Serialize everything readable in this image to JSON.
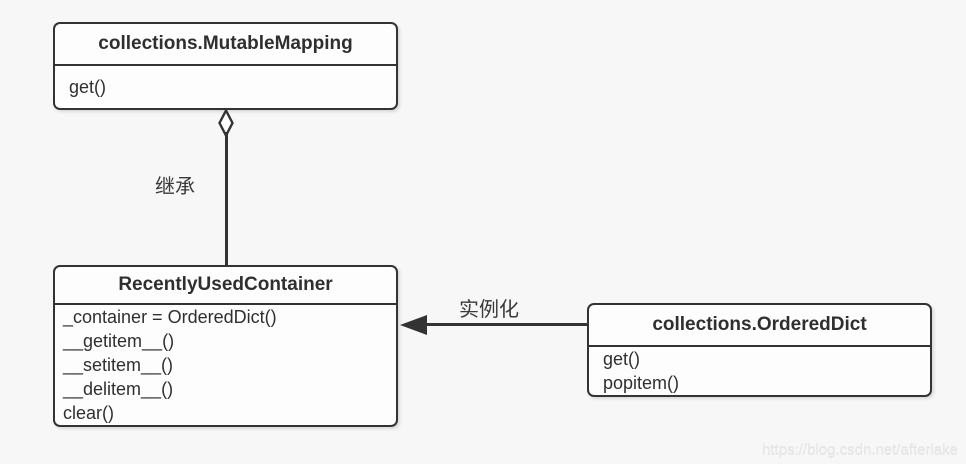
{
  "diagram": {
    "classes": [
      {
        "title": "collections.MutableMapping",
        "members": [
          "get()"
        ]
      },
      {
        "title": "RecentlyUsedContainer",
        "members": [
          "_container = OrderedDict()",
          "__getitem__()",
          "__setitem__()",
          "__delitem__()",
          "clear()"
        ]
      },
      {
        "title": "collections.OrderedDict",
        "members": [
          "get()",
          "popitem()"
        ]
      }
    ],
    "relations": {
      "inheritance_label": "继承",
      "instantiation_label": "实例化"
    },
    "watermark": "https://blog.csdn.net/afterlake",
    "colors": {
      "background": "#f7f7f7",
      "box_fill": "#fdfdfd",
      "line": "#333333",
      "watermark": "#e7e7e7"
    }
  }
}
